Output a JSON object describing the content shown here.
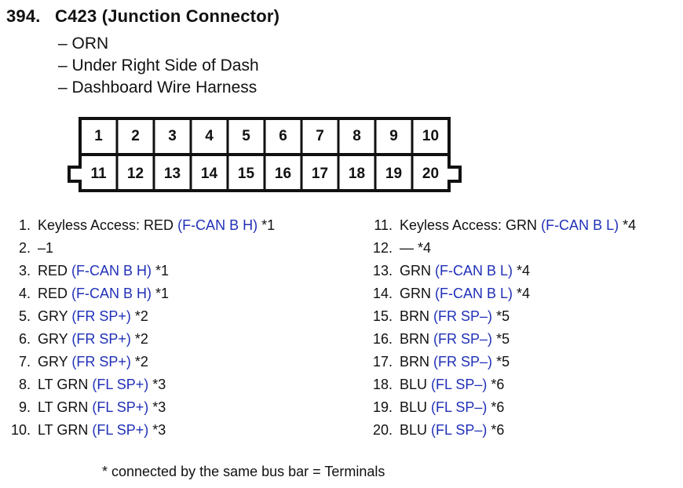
{
  "header": {
    "number": "394.",
    "title": "C423 (Junction Connector)",
    "details": [
      "– ORN",
      "– Under Right Side of Dash",
      "– Dashboard Wire Harness"
    ]
  },
  "connector": {
    "top_row": [
      "1",
      "2",
      "3",
      "4",
      "5",
      "6",
      "7",
      "8",
      "9",
      "10"
    ],
    "bottom_row": [
      "11",
      "12",
      "13",
      "14",
      "15",
      "16",
      "17",
      "18",
      "19",
      "20"
    ]
  },
  "pins_left": [
    {
      "num": "1.",
      "wire": "Keyless Access: RED",
      "signal": "(F-CAN B H)",
      "note": "*1"
    },
    {
      "num": "2.",
      "wire": "–1",
      "signal": "",
      "note": ""
    },
    {
      "num": "3.",
      "wire": "RED",
      "signal": "(F-CAN B H)",
      "note": "*1"
    },
    {
      "num": "4.",
      "wire": "RED",
      "signal": "(F-CAN B H)",
      "note": "*1"
    },
    {
      "num": "5.",
      "wire": "GRY",
      "signal": "(FR SP+)",
      "note": "*2"
    },
    {
      "num": "6.",
      "wire": "GRY",
      "signal": "(FR SP+)",
      "note": "*2"
    },
    {
      "num": "7.",
      "wire": "GRY",
      "signal": "(FR SP+)",
      "note": "*2"
    },
    {
      "num": "8.",
      "wire": "LT GRN",
      "signal": "(FL SP+)",
      "note": "*3"
    },
    {
      "num": "9.",
      "wire": "LT GRN",
      "signal": "(FL SP+)",
      "note": "*3"
    },
    {
      "num": "10.",
      "wire": "LT GRN",
      "signal": "(FL SP+)",
      "note": "*3"
    }
  ],
  "pins_right": [
    {
      "num": "11.",
      "wire": "Keyless Access: GRN",
      "signal": "(F-CAN B L)",
      "note": "*4"
    },
    {
      "num": "12.",
      "wire": "—",
      "signal": "",
      "note": "*4"
    },
    {
      "num": "13.",
      "wire": "GRN",
      "signal": "(F-CAN B L)",
      "note": "*4"
    },
    {
      "num": "14.",
      "wire": "GRN",
      "signal": "(F-CAN B L)",
      "note": "*4"
    },
    {
      "num": "15.",
      "wire": "BRN",
      "signal": "(FR SP–)",
      "note": "*5"
    },
    {
      "num": "16.",
      "wire": "BRN",
      "signal": "(FR SP–)",
      "note": "*5"
    },
    {
      "num": "17.",
      "wire": "BRN",
      "signal": "(FR SP–)",
      "note": "*5"
    },
    {
      "num": "18.",
      "wire": "BLU",
      "signal": "(FL SP–)",
      "note": "*6"
    },
    {
      "num": "19.",
      "wire": "BLU",
      "signal": "(FL SP–)",
      "note": "*6"
    },
    {
      "num": "20.",
      "wire": "BLU",
      "signal": "(FL SP–)",
      "note": "*6"
    }
  ],
  "footnote": "* connected by the same bus bar = Terminals",
  "colors": {
    "signal": "#2030b8",
    "text": "#111111"
  }
}
